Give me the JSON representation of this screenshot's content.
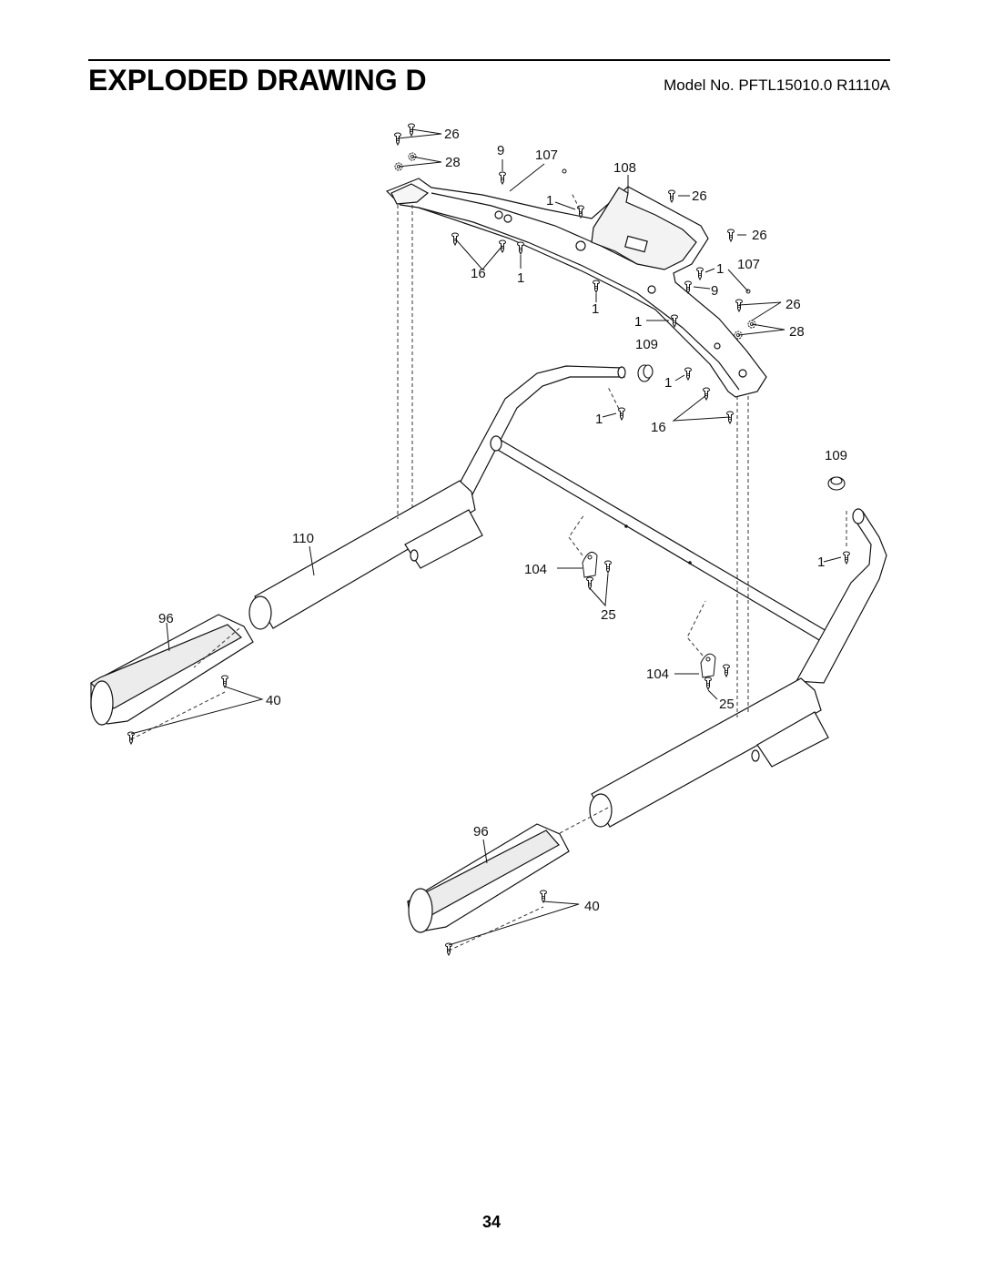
{
  "header": {
    "title": "EXPLODED DRAWING D",
    "model": "Model No. PFTL15010.0 R1110A"
  },
  "footer": {
    "page_number": "34"
  },
  "callouts": {
    "screw_26_top_left": "26",
    "star_28_top_left": "28",
    "screw_9_top": "9",
    "wire_107_top": "107",
    "console_108": "108",
    "screw_1_top": "1",
    "screw_26_right_a": "26",
    "screw_26_right_b": "26",
    "screw_16_left": "16",
    "screw_1_left": "1",
    "screw_1_right_upper": "1",
    "wire_107_right": "107",
    "screw_9_right": "9",
    "screw_1_center": "1",
    "screw_26_right_c": "26",
    "screw_1_mid": "1",
    "star_28_right": "28",
    "plug_109_top": "109",
    "screw_1_lower_mid": "1",
    "screw_1_lower_left": "1",
    "screw_16_lower": "16",
    "plug_109_right": "109",
    "upright_110": "110",
    "clip_104_upper": "104",
    "screw_1_right_upright": "1",
    "screw_25_upper": "25",
    "cover_96_left": "96",
    "clip_104_lower": "104",
    "screw_40_left": "40",
    "screw_25_lower": "25",
    "cover_96_bottom": "96",
    "screw_40_bottom": "40"
  },
  "colors": {
    "line": "#111111",
    "dash": "#333333",
    "shade": "#e6e6e6"
  },
  "icons": {
    "screw": "screw-icon",
    "star_washer": "star-washer-icon",
    "plug": "plug-icon",
    "clip": "clip-icon"
  }
}
